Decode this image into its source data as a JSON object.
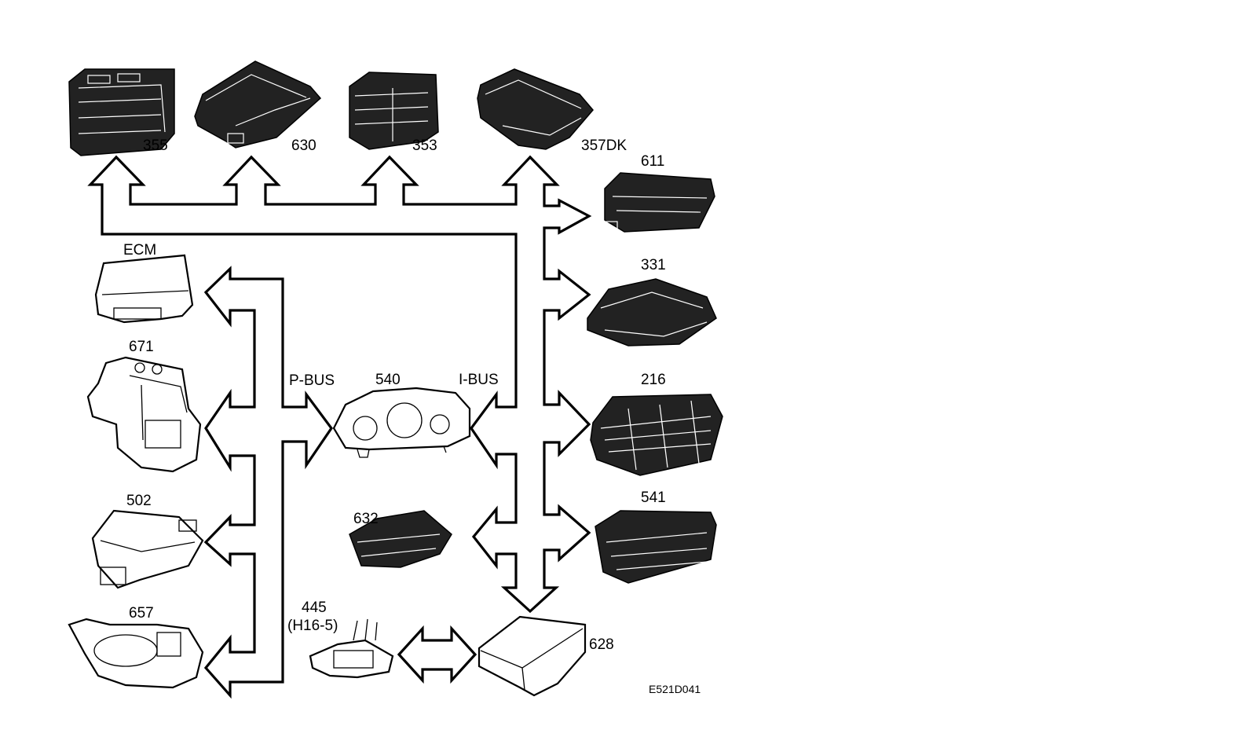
{
  "labels": {
    "m355": "355",
    "m630": "630",
    "m353": "353",
    "m357dk": "357DK",
    "m611": "611",
    "m331": "331",
    "m216": "216",
    "m541": "541",
    "ecm": "ECM",
    "m671": "671",
    "m502": "502",
    "m657": "657",
    "m540": "540",
    "m632": "632",
    "m628": "628",
    "m445": "445",
    "m445_sub": "(H16-5)",
    "p_bus": "P-BUS",
    "i_bus": "I-BUS",
    "figure_code": "E521D041"
  },
  "colors": {
    "line": "#000000",
    "background": "#ffffff",
    "module_dark": "#222222"
  }
}
